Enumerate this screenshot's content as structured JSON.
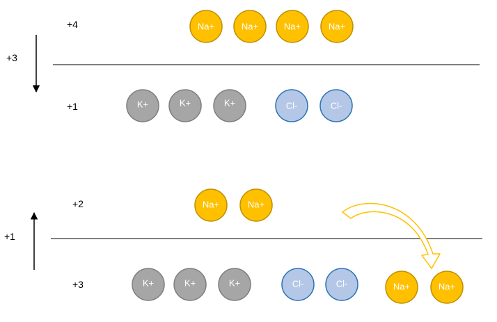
{
  "colors": {
    "sodium_fill": "#ffc000",
    "sodium_stroke": "#c09000",
    "potassium_fill": "#a6a6a6",
    "potassium_stroke": "#7f7f7f",
    "chloride_fill": "#b4c7e7",
    "chloride_stroke": "#2e75b6",
    "line": "#000000",
    "curved_arrow": "#ffc000"
  },
  "panels": [
    {
      "top_count": "+4",
      "bottom_count": "+1",
      "net_label": "+3",
      "arrow_direction": "down",
      "top_ions": [
        "Na+",
        "Na+",
        "Na+",
        "Na+"
      ],
      "bottom_ions": [
        "K+",
        "K+",
        "K+",
        "Cl-",
        "Cl-"
      ],
      "moved_ions": []
    },
    {
      "top_count": "+2",
      "bottom_count": "+3",
      "net_label": "+1",
      "arrow_direction": "up",
      "top_ions": [
        "Na+",
        "Na+"
      ],
      "bottom_ions": [
        "K+",
        "K+",
        "K+",
        "Cl-",
        "Cl-"
      ],
      "moved_ions": [
        "Na+",
        "Na+"
      ]
    }
  ]
}
